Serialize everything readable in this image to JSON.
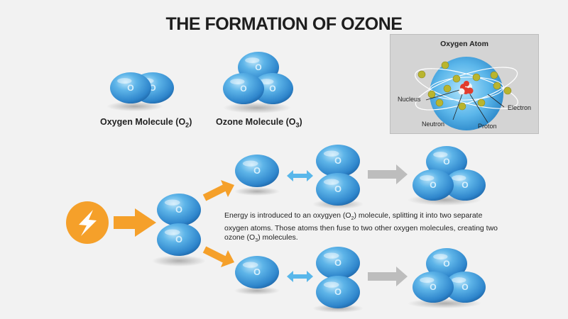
{
  "title": "THE FORMATION OF OZONE",
  "legend": {
    "oxygen_molecule_text": "Oxygen Molecule (O",
    "oxygen_molecule_sub": "2",
    "oxygen_molecule_end": ")",
    "ozone_molecule_text": "Ozone Molecule (O",
    "ozone_molecule_sub": "3",
    "ozone_molecule_end": ")"
  },
  "atom_letter": "O",
  "inset": {
    "title": "Oxygen Atom",
    "nucleus": "Nucleus",
    "electron": "Electron",
    "neutron": "Neutron",
    "proton": "Proton"
  },
  "description": {
    "part1": "Energy is introduced to an oxygyen (O",
    "sub1": "2",
    "part2": ") molecule, splitting it into two separate oxygen atoms. Those atoms then fuse to two other oxygen molecules, creating two ozone (O",
    "sub2": "3",
    "part3": ") molecules."
  },
  "colors": {
    "atom_base": "#3a96d8",
    "atom_light": "#8ecff3",
    "atom_dark": "#1f6fb0",
    "orange": "#f5a02a",
    "light_blue_arrow": "#59b7ea",
    "gray_arrow": "#bdbdbd",
    "electron": "#b9b52e",
    "proton": "#e23c2c"
  },
  "icons": [
    "energy-bolt-icon",
    "orange-arrow-icon",
    "double-arrow-icon",
    "gray-arrow-icon"
  ]
}
